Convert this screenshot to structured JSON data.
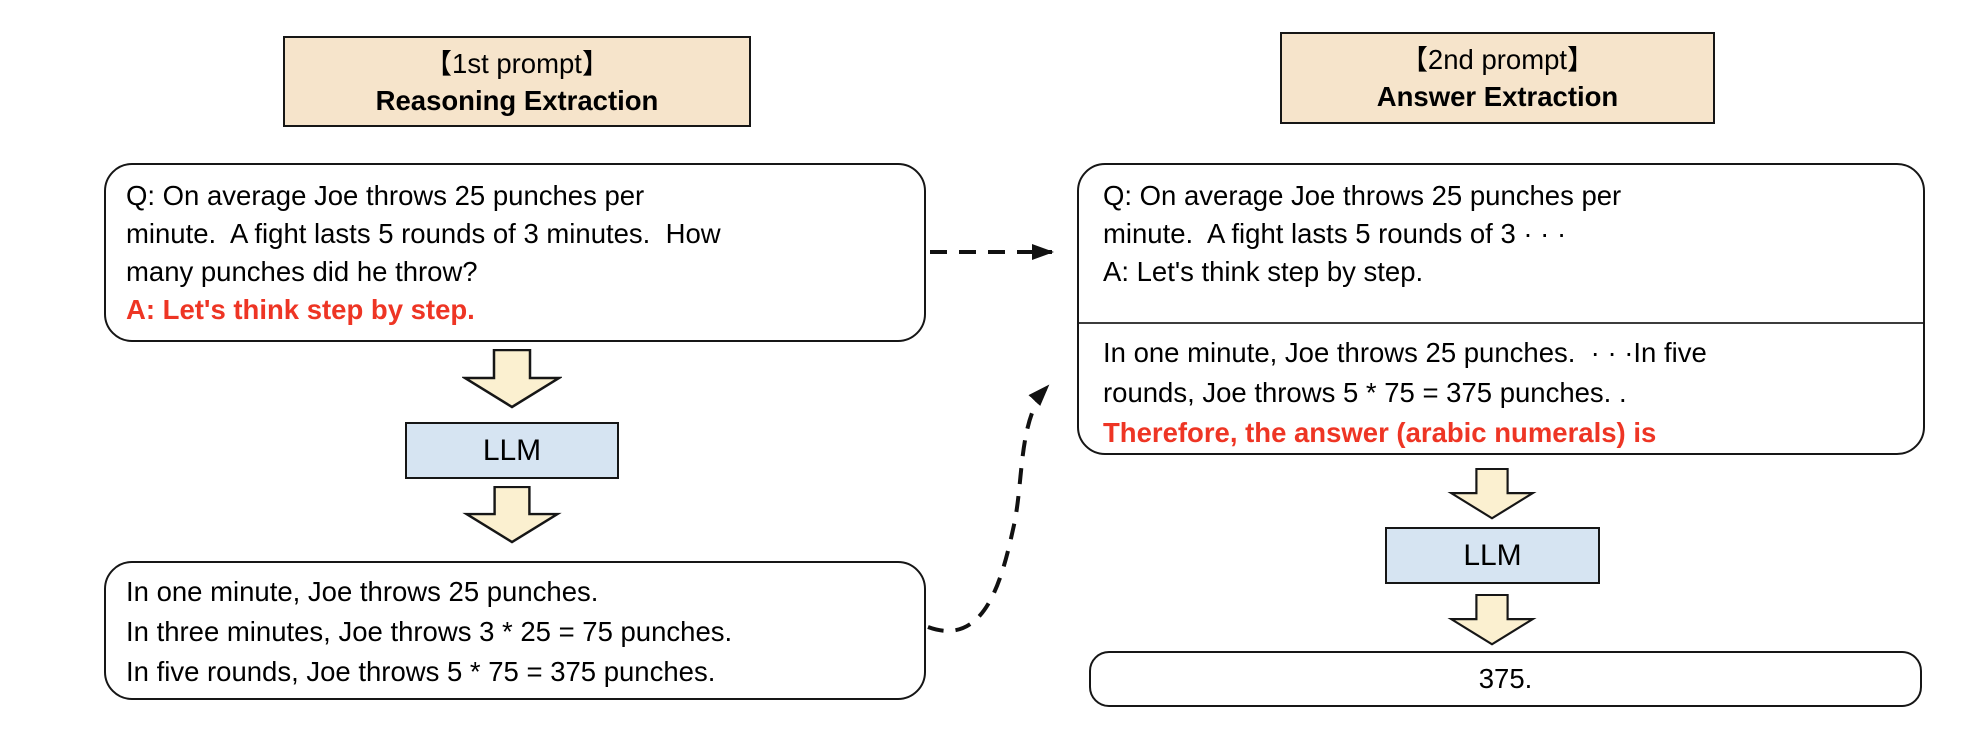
{
  "colors": {
    "header_bg": "#f6e4cb",
    "llm_bg": "#d6e4f2",
    "block_arrow_fill": "#fbf0d0",
    "accent_red": "#ee3524",
    "border": "#161616",
    "background": "#ffffff"
  },
  "left": {
    "header": {
      "line1": "【1st prompt】",
      "line2": "Reasoning Extraction"
    },
    "prompt_box": {
      "line1": "Q: On average Joe throws 25 punches per",
      "line2": "minute.  A fight lasts 5 rounds of 3 minutes.  How",
      "line3": "many punches did he throw?",
      "line4": "A: Let's think step by step."
    },
    "llm_label": "LLM",
    "output_box": {
      "line1": "In one minute, Joe throws 25 punches.",
      "line2": "In three minutes, Joe throws 3 * 25 = 75 punches.",
      "line3": "In five rounds, Joe throws 5 * 75 = 375 punches."
    }
  },
  "right": {
    "header": {
      "line1": "【2nd prompt】",
      "line2": "Answer Extraction"
    },
    "prompt_box": {
      "top": {
        "line1": "Q: On average Joe throws 25 punches per",
        "line2": "minute.  A fight lasts 5 rounds of 3 · · ·",
        "line3": "A: Let's think step by step."
      },
      "bottom": {
        "line1": "In one minute, Joe throws 25 punches.  · · ·In five",
        "line2": "rounds, Joe throws 5 * 75 = 375 punches. .",
        "line3": "Therefore, the answer (arabic numerals) is"
      }
    },
    "llm_label": "LLM",
    "answer_box": {
      "value": "375."
    }
  }
}
